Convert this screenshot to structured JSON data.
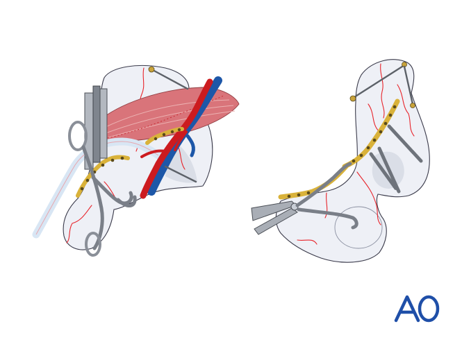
{
  "logo": {
    "text": "AO",
    "color": "#1f4fa8"
  },
  "palette": {
    "bone_fill": "#eef0f6",
    "bone_stroke": "#3a3a4a",
    "fracture": "#e8232a",
    "artery": "#cc1b1f",
    "vein": "#1d57a8",
    "muscle": "#d9747a",
    "muscle_stripe": "#ecb2b2",
    "instrument": "#a9aeb6",
    "instrument_dark": "#6c727b",
    "plate": "#d9b23a",
    "screw": "#8a8f96",
    "nerve": "#d8e6f4"
  },
  "figures": [
    {
      "name": "anterior-view",
      "items": [
        "clamp",
        "plate",
        "screws",
        "vessels",
        "muscle",
        "retractor"
      ]
    },
    {
      "name": "lateral-view",
      "items": [
        "clamp",
        "plate",
        "screws"
      ]
    }
  ]
}
